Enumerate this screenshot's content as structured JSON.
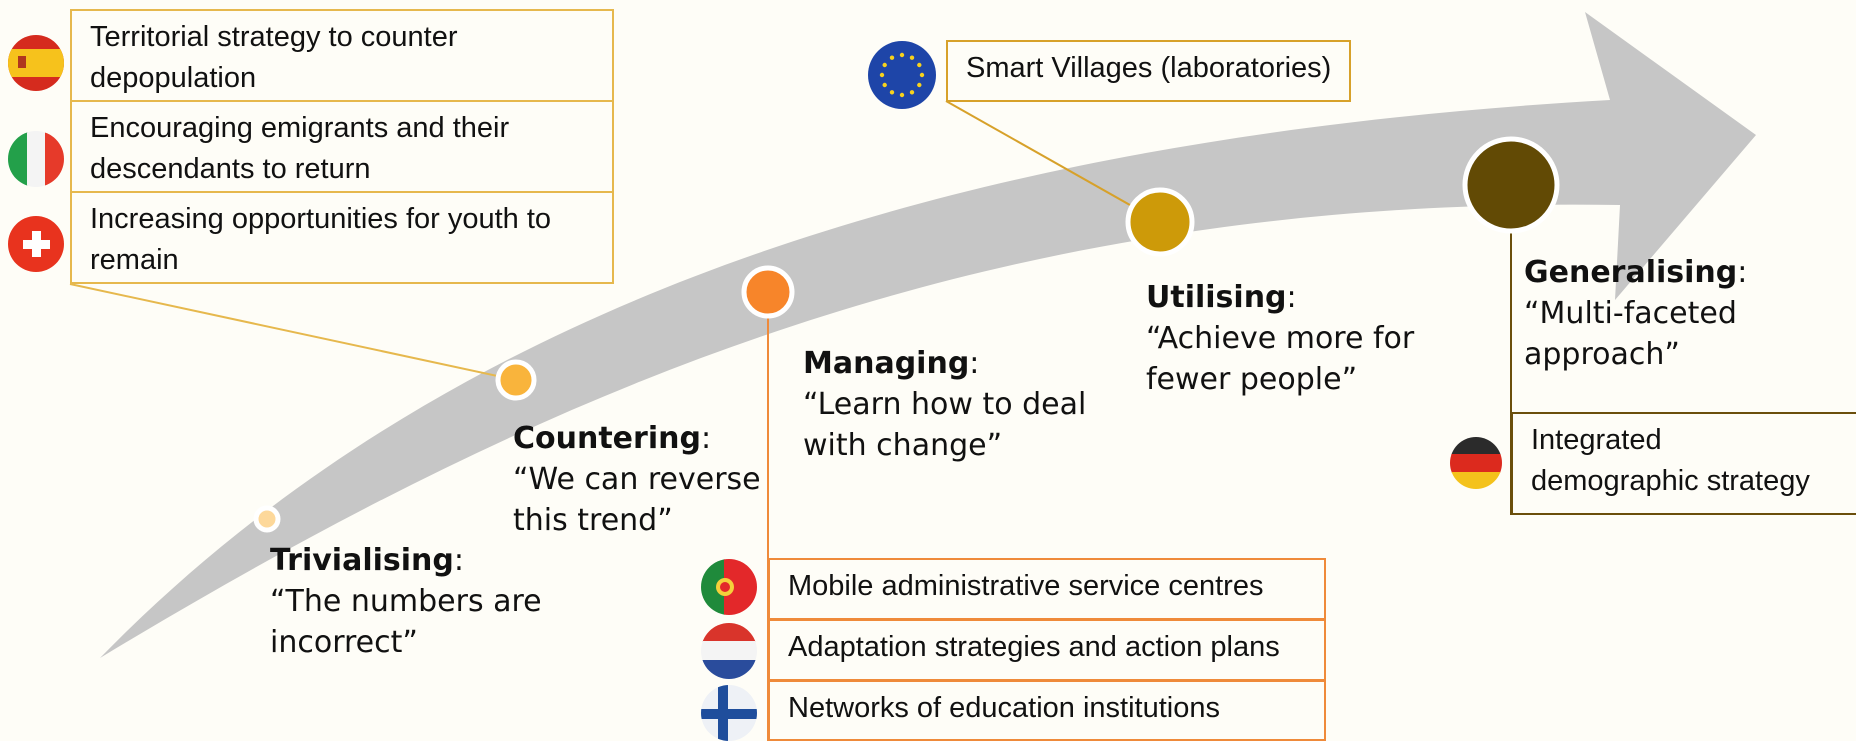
{
  "stages": [
    {
      "name": "Trivialising",
      "quote": "“The numbers are incorrect”",
      "dot_color": "#fdd89a"
    },
    {
      "name": "Countering",
      "quote": "“We can reverse this trend”",
      "dot_color": "#f9b43c"
    },
    {
      "name": "Managing",
      "quote": "“Learn how to deal with change”",
      "dot_color": "#f7852a"
    },
    {
      "name": "Utilising",
      "quote": "“Achieve more for fewer people”",
      "dot_color": "#cd9a09"
    },
    {
      "name": "Generalising",
      "quote": "“Multi-faceted approach”",
      "dot_color": "#624a05"
    }
  ],
  "stage_suffix": ":",
  "countering_boxes": [
    {
      "text": "Territorial strategy to counter depopulation",
      "flag": "spain-flag-icon"
    },
    {
      "text": "Encouraging emigrants and their descendants to return",
      "flag": "italy-flag-icon"
    },
    {
      "text": "Increasing opportunities for youth to remain",
      "flag": "switzerland-flag-icon"
    }
  ],
  "managing_boxes": [
    {
      "text": "Mobile administrative service centres",
      "flag": "portugal-flag-icon"
    },
    {
      "text": "Adaptation strategies and action plans",
      "flag": "netherlands-flag-icon"
    },
    {
      "text": "Networks of education institutions",
      "flag": "finland-flag-icon"
    }
  ],
  "utilising_box": {
    "text": "Smart Villages (laboratories)",
    "flag": "eu-flag-icon"
  },
  "generalising_box": {
    "text": "Integrated demographic strategy",
    "flag": "germany-flag-icon"
  },
  "colors": {
    "arrow": "#c6c6c6",
    "background": "#fefdf7",
    "box_gold": "#e6b84d",
    "box_orange": "#ef8a3a",
    "box_brown": "#6b4f0c"
  }
}
